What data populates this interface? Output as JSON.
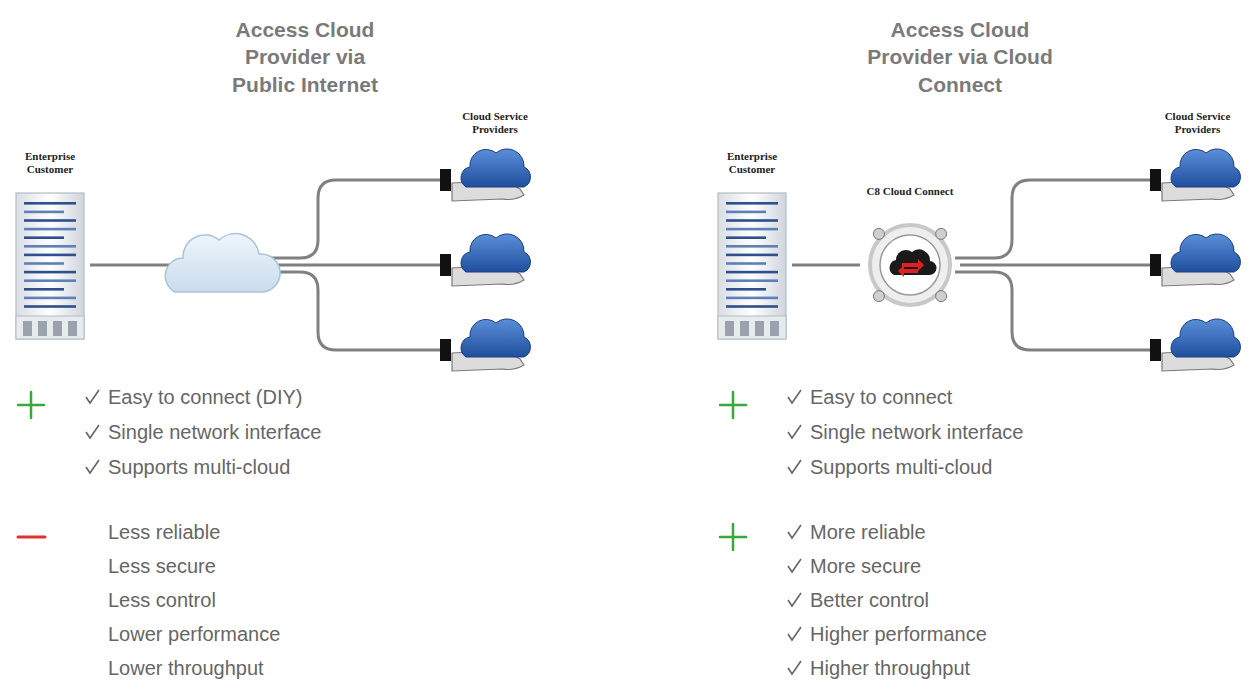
{
  "diagram": {
    "nodes": [
      {
        "text": [
          "Enterprise Customer"
        ]
      },
      {
        "text": [
          "Cloud Service Providers"
        ]
      },
      {
        "text": [
          "Enterprise Customer"
        ]
      },
      {
        "text": [
          "C8 Cloud Connect"
        ]
      },
      {
        "text": [
          "Cloud Service Providers"
        ]
      }
    ],
    "edges": [
      {
        "from": 0,
        "to": 1,
        "arrow": "none"
      },
      {
        "from": 2,
        "to": 3,
        "arrow": "none"
      },
      {
        "from": 3,
        "to": 4,
        "arrow": "none"
      }
    ],
    "labels": [
      "Access Cloud Provider via Public Internet",
      "Access Cloud Provider via Cloud Connect",
      "Easy to connect (DIY)",
      "Single network interface",
      "Supports multi-cloud",
      "Less reliable",
      "Less secure",
      "Less control",
      "Lower performance",
      "Lower throughput",
      "Easy to connect",
      "Single network interface",
      "Supports multi-cloud",
      "More reliable",
      "More secure",
      "Better control",
      "Higher performance",
      "Higher throughput"
    ]
  }
}
